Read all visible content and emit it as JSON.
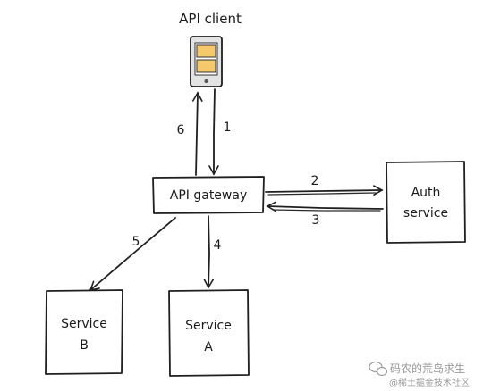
{
  "nodes": {
    "api_client": {
      "label": "API client"
    },
    "api_gateway": {
      "label": "API gateway"
    },
    "auth_service": {
      "line1": "Auth",
      "line2": "service"
    },
    "service_b": {
      "line1": "Service",
      "line2": "B"
    },
    "service_a": {
      "line1": "Service",
      "line2": "A"
    }
  },
  "edges": [
    {
      "id": "1",
      "label": "1",
      "from": "API client",
      "to": "API gateway"
    },
    {
      "id": "2",
      "label": "2",
      "from": "API gateway",
      "to": "Auth service"
    },
    {
      "id": "3",
      "label": "3",
      "from": "Auth service",
      "to": "API gateway"
    },
    {
      "id": "4",
      "label": "4",
      "from": "API gateway",
      "to": "Service A"
    },
    {
      "id": "5",
      "label": "5",
      "from": "API gateway",
      "to": "Service B"
    },
    {
      "id": "6",
      "label": "6",
      "from": "API gateway",
      "to": "API client"
    }
  ],
  "watermark": {
    "line1": "码农的荒岛求生",
    "line2": "@稀土掘金技术社区"
  },
  "colors": {
    "ink": "#1f1f1f",
    "phone_screen": "#f5c86b",
    "phone_body": "#e3e3e3",
    "watermark": "#9a9a9a"
  }
}
